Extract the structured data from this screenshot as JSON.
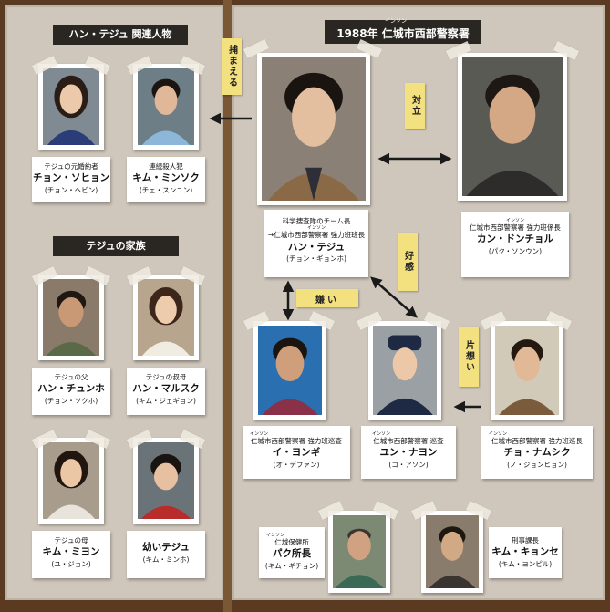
{
  "headers": {
    "related": "ハン・テジュ 関連人物",
    "police": "1988年 仁城市西部警察署",
    "police_ruby": "インソン",
    "family": "テジュの家族"
  },
  "relations": {
    "capture": "捕まえる",
    "rival": "対立",
    "goodwill": "好感",
    "dislike": "嫌い",
    "crush": "片想い"
  },
  "people": {
    "sohyun": {
      "role": "テジュの元婚約者",
      "name": "チョン・ソヒョン",
      "actor": "(チョン・ヘビン)"
    },
    "minseok": {
      "role": "連続殺人犯",
      "name": "キム・ミンソク",
      "actor": "(チェ・スンユン)"
    },
    "taeju": {
      "role_line1": "科学捜査隊のチーム長",
      "role_line2": "→仁城市西部警察署 強力班班長",
      "role_ruby": "インソン",
      "name": "ハン・テジュ",
      "actor": "(チョン・ギョンホ)"
    },
    "dongcheol": {
      "role": "仁城市西部警察署 強力班係長",
      "role_ruby": "インソン",
      "name": "カン・ドンチョル",
      "actor": "(パク・ソンウン)"
    },
    "chunho": {
      "role": "テジュの父",
      "name": "ハン・チュンホ",
      "actor": "(チョン・ソクホ)"
    },
    "malsuk": {
      "role": "テジュの叔母",
      "name": "ハン・マルスク",
      "actor": "(キム・ジェギョン)"
    },
    "yonggi": {
      "role": "仁城市西部警察署 強力班巡査",
      "role_ruby": "インソン",
      "name": "イ・ヨンギ",
      "actor": "(オ・デファン)"
    },
    "nayeong": {
      "role": "仁城市西部警察署 巡査",
      "role_ruby": "インソン",
      "name": "ユン・ナヨン",
      "actor": "(コ・アソン)"
    },
    "namsik": {
      "role": "仁城市西部警察署 強力班巡長",
      "role_ruby": "インソン",
      "name": "チョ・ナムシク",
      "actor": "(ノ・ジョンヒョン)"
    },
    "mijoon": {
      "role": "テジュの母",
      "name": "キム・ミヨン",
      "actor": "(ユ・ジョン)"
    },
    "young_taeju": {
      "name": "幼いテジュ",
      "actor": "(キム・ミンホ)"
    },
    "park": {
      "role": "仁城保健所",
      "role_ruby": "インソン",
      "name": "パク所長",
      "actor": "(キム・ギチョン)"
    },
    "kyongse": {
      "role": "刑事課長",
      "name": "キム・キョンセ",
      "actor": "(キム・ヨンピル)"
    }
  },
  "colors": {
    "header": "#2a2622",
    "label": "#f3e07e",
    "frame": "#5a3b22",
    "panel": "#cfc7bb"
  }
}
